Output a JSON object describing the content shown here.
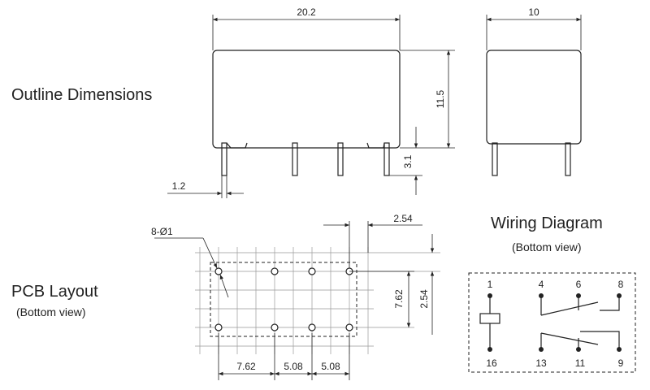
{
  "sections": {
    "outline_title": "Outline Dimensions",
    "pcb_title": "PCB Layout",
    "pcb_subtitle": "(Bottom view)",
    "wiring_title": "Wiring Diagram",
    "wiring_subtitle": "(Bottom view)"
  },
  "outline": {
    "length": "20.2",
    "height": "11.5",
    "pin_length": "3.1",
    "pin_offset": "1.2",
    "width": "10"
  },
  "pcb": {
    "hole_callout": "8-Ø1",
    "pitch": "2.54",
    "row_spacing": "7.62",
    "row_spacing_small": "2.54",
    "span_1": "7.62",
    "span_2": "5.08",
    "span_3": "5.08"
  },
  "wiring": {
    "top_pins": [
      "1",
      "4",
      "6",
      "8"
    ],
    "bottom_pins": [
      "16",
      "13",
      "11",
      "9"
    ]
  }
}
